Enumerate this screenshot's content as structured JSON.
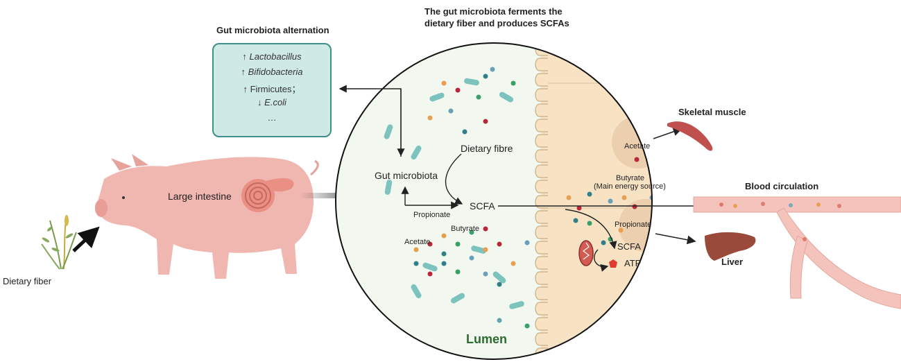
{
  "titles": {
    "alternation": "Gut microbiota alternation",
    "ferments_line1": "The gut microbiota ferments the",
    "ferments_line2": "dietary fiber and produces SCFAs"
  },
  "alternation_box": {
    "items": [
      {
        "arrow": "↑",
        "text": "Lactobacillus",
        "italic": true
      },
      {
        "arrow": "↑",
        "text": "Bifidobacteria",
        "italic": true
      },
      {
        "arrow": "↑",
        "text": "Firmicutes；",
        "italic": false
      },
      {
        "arrow": "↓",
        "text": "E.coli",
        "italic": true
      },
      {
        "arrow": "",
        "text": "…",
        "italic": false
      }
    ]
  },
  "labels": {
    "dietary_fiber": "Dietary fiber",
    "large_intestine": "Large intestine",
    "gut_microbiota": "Gut microbiota",
    "dietary_fibre": "Dietary fibre",
    "scfa": "SCFA",
    "propionate_lumen": "Propionate",
    "butyrate_lumen": "Butyrate",
    "acetate_lumen": "Acetate",
    "lumen": "Lumen",
    "acetate_cell": "Acetate",
    "butyrate_cell": "Butyrate",
    "main_energy": "(Main energy source)",
    "propionate_cell": "Propionate",
    "scfa_cell": "SCFA",
    "atp": "ATP",
    "skeletal_muscle": "Skeletal muscle",
    "blood_circulation": "Blood circulation",
    "liver": "Liver"
  },
  "colors": {
    "pig": "#f0b6b0",
    "intestine": "#e98f84",
    "lumen_bg": "#f2f8ef",
    "epithelium": "#f7e3c4",
    "box_fill": "#cfe9e7",
    "box_border": "#3f8f89",
    "bacteria": "#7cc3bd",
    "vessel": "#f4c3bb",
    "liver": "#9a4a3a",
    "muscle": "#c0504d",
    "lumen_text": "#2d6a2f"
  }
}
